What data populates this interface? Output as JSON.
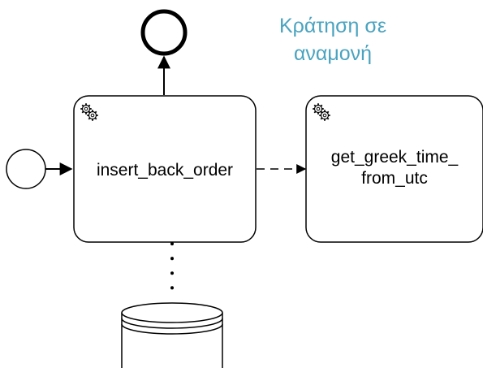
{
  "diagram": {
    "annotation": {
      "line1": "Κράτηση σε",
      "line2": "αναμονή"
    },
    "tasks": [
      {
        "id": "insert_back_order",
        "type": "service-task",
        "label": "insert_back_order",
        "icon": "gear-icon"
      },
      {
        "id": "get_greek_time",
        "type": "service-task",
        "label_line1": "get_greek_time_",
        "label_line2": "from_utc",
        "icon": "gear-icon"
      }
    ],
    "events": {
      "start": {
        "type": "start-event"
      },
      "end": {
        "type": "end-event"
      }
    },
    "data_store": {
      "type": "data-store"
    },
    "colors": {
      "stroke": "#000000",
      "annotation": "#4aa3c0",
      "background": "#ffffff"
    }
  }
}
